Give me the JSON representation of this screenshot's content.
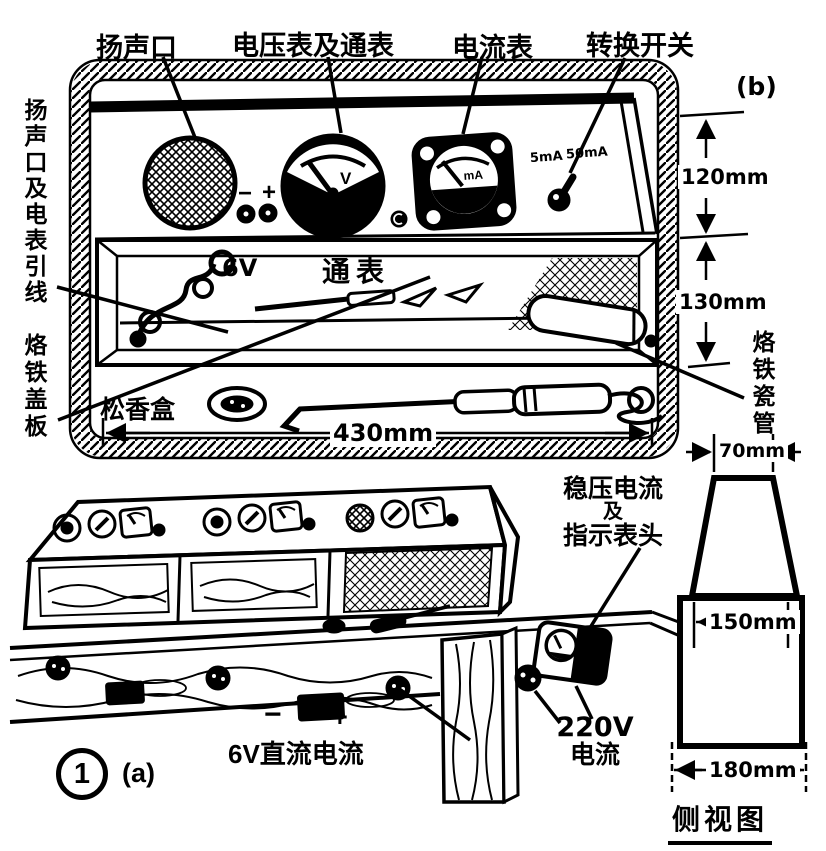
{
  "panel_view": {
    "tag": "(b)",
    "callouts": {
      "speaker": "扬声口",
      "voltmeter": "电压表及通表",
      "ammeter": "电流表",
      "selector_switch": "转换开关",
      "speaker_meter_leads": "扬声口及电表引线",
      "iron_cover_plate": "烙铁盖板",
      "iron_ceramic_tube": "烙铁瓷管",
      "rosin_box": "松香盒",
      "continuity_meter": "通表",
      "supply_6v": "6V"
    },
    "meter_marks": {
      "voltmeter_unit": "V",
      "ammeter_unit": "mA",
      "minus": "−",
      "plus": "+",
      "switch_range_low": "5mA",
      "switch_range_high": "50mA"
    },
    "dimensions": {
      "panel_height": "120mm",
      "shelf_height": "130mm",
      "width": "430mm"
    }
  },
  "bench_view": {
    "tag": "(a)",
    "figure_number": "1",
    "callouts": {
      "regulated_supply_line1": "稳压电流",
      "regulated_supply_line2": "及",
      "regulated_supply_line3": "指示表头",
      "mains_line1": "220V",
      "mains_line2": "电流",
      "dc_supply": "6V直流电流",
      "minus": "−",
      "plus": "+"
    }
  },
  "side_view": {
    "caption": "侧视图",
    "dimensions": {
      "top_width": "70mm",
      "body_width": "150mm",
      "base_width": "180mm"
    }
  }
}
